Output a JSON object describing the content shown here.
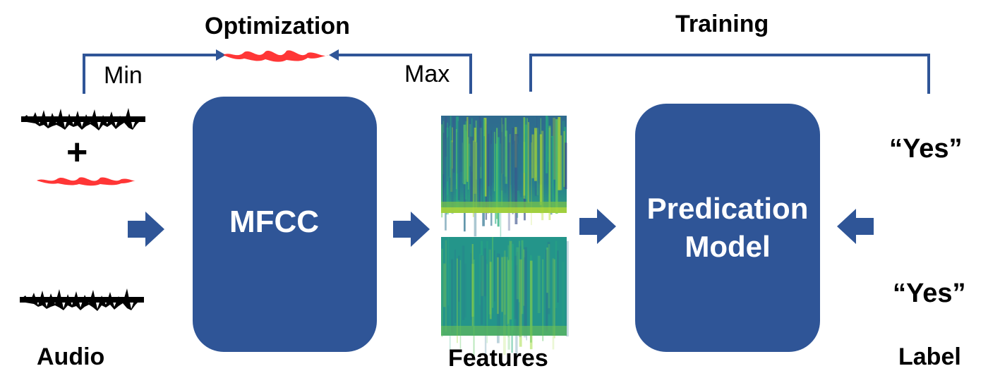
{
  "top": {
    "optimization_label": "Optimization",
    "training_label": "Training",
    "min_label": "Min",
    "max_label": "Max"
  },
  "blocks": {
    "mfcc_label": "MFCC",
    "model_label_line1": "Predication",
    "model_label_line2": "Model"
  },
  "bottom": {
    "audio_label": "Audio",
    "features_label": "Features",
    "label_label": "Label"
  },
  "labels": {
    "yes_top": "“Yes”",
    "yes_bottom": "“Yes”"
  },
  "symbols": {
    "plus": "+"
  },
  "colors": {
    "block": "#2f5597",
    "connector": "#2f5597",
    "perturbation": "#ff2020",
    "waveform": "#000000",
    "spectrogram_dark": "#2a5e8c",
    "spectrogram_mid": "#21918c",
    "spectrogram_bright": "#d7e219"
  }
}
